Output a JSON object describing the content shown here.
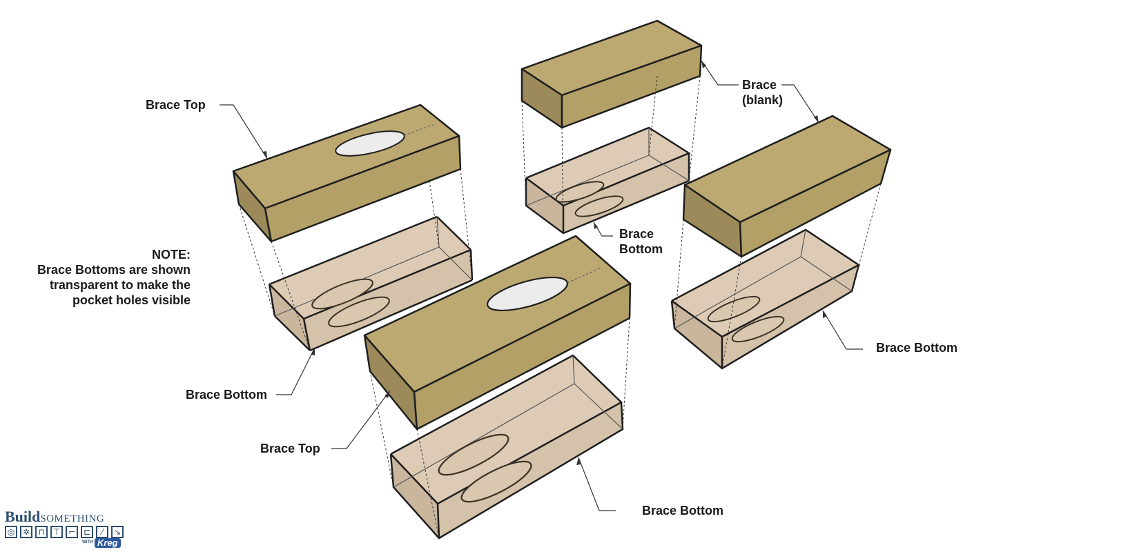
{
  "labels": {
    "brace_top_1": "Brace Top",
    "brace_bottom_1": "Brace Bottom",
    "brace_top_2": "Brace Top",
    "brace_bottom_2": "Brace Bottom",
    "brace_blank_line1": "Brace",
    "brace_blank_line2": "(blank)",
    "brace_bottom_3_line1": "Brace",
    "brace_bottom_3_line2": "Bottom",
    "brace_bottom_4": "Brace Bottom"
  },
  "note": {
    "heading": "NOTE:",
    "line1": "Brace Bottoms are shown",
    "line2": "transparent to make the",
    "line3": "pocket holes visible"
  },
  "logo": {
    "word_main": "Build",
    "word_sub": "SOMETHING",
    "by": "WITH",
    "brand": "Kreg"
  },
  "colors": {
    "wood_top": "#bca972",
    "wood_front": "#b3a067",
    "wood_side": "#9b8a5a",
    "transparent_fill": "#dccab4",
    "outline": "#1e1e1e",
    "hole": "#ececec"
  }
}
